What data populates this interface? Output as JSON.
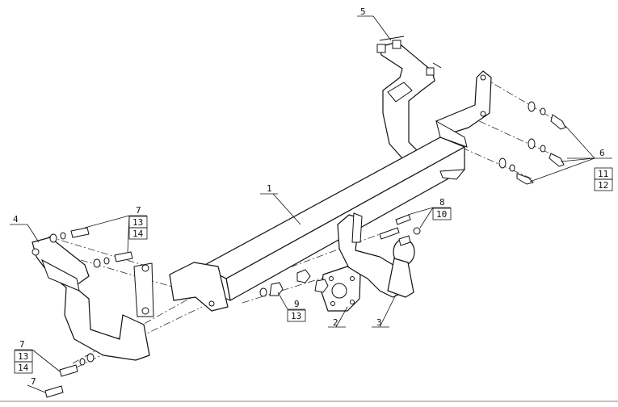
{
  "diagram": {
    "callouts": [
      {
        "id": "c1",
        "text": "1"
      },
      {
        "id": "c2",
        "text": "2"
      },
      {
        "id": "c3",
        "text": "3"
      },
      {
        "id": "c4",
        "text": "4"
      },
      {
        "id": "c5",
        "text": "5"
      },
      {
        "id": "c6",
        "text": "6"
      },
      {
        "id": "c11",
        "text": "11"
      },
      {
        "id": "c12",
        "text": "12"
      },
      {
        "id": "c7a",
        "text": "7"
      },
      {
        "id": "c13a",
        "text": "13"
      },
      {
        "id": "c14a",
        "text": "14"
      },
      {
        "id": "c8",
        "text": "8"
      },
      {
        "id": "c10",
        "text": "10"
      },
      {
        "id": "c9",
        "text": "9"
      },
      {
        "id": "c13b",
        "text": "13"
      },
      {
        "id": "c7b",
        "text": "7"
      },
      {
        "id": "c13c",
        "text": "13"
      },
      {
        "id": "c14b",
        "text": "14"
      },
      {
        "id": "c7c",
        "text": "7"
      }
    ]
  }
}
